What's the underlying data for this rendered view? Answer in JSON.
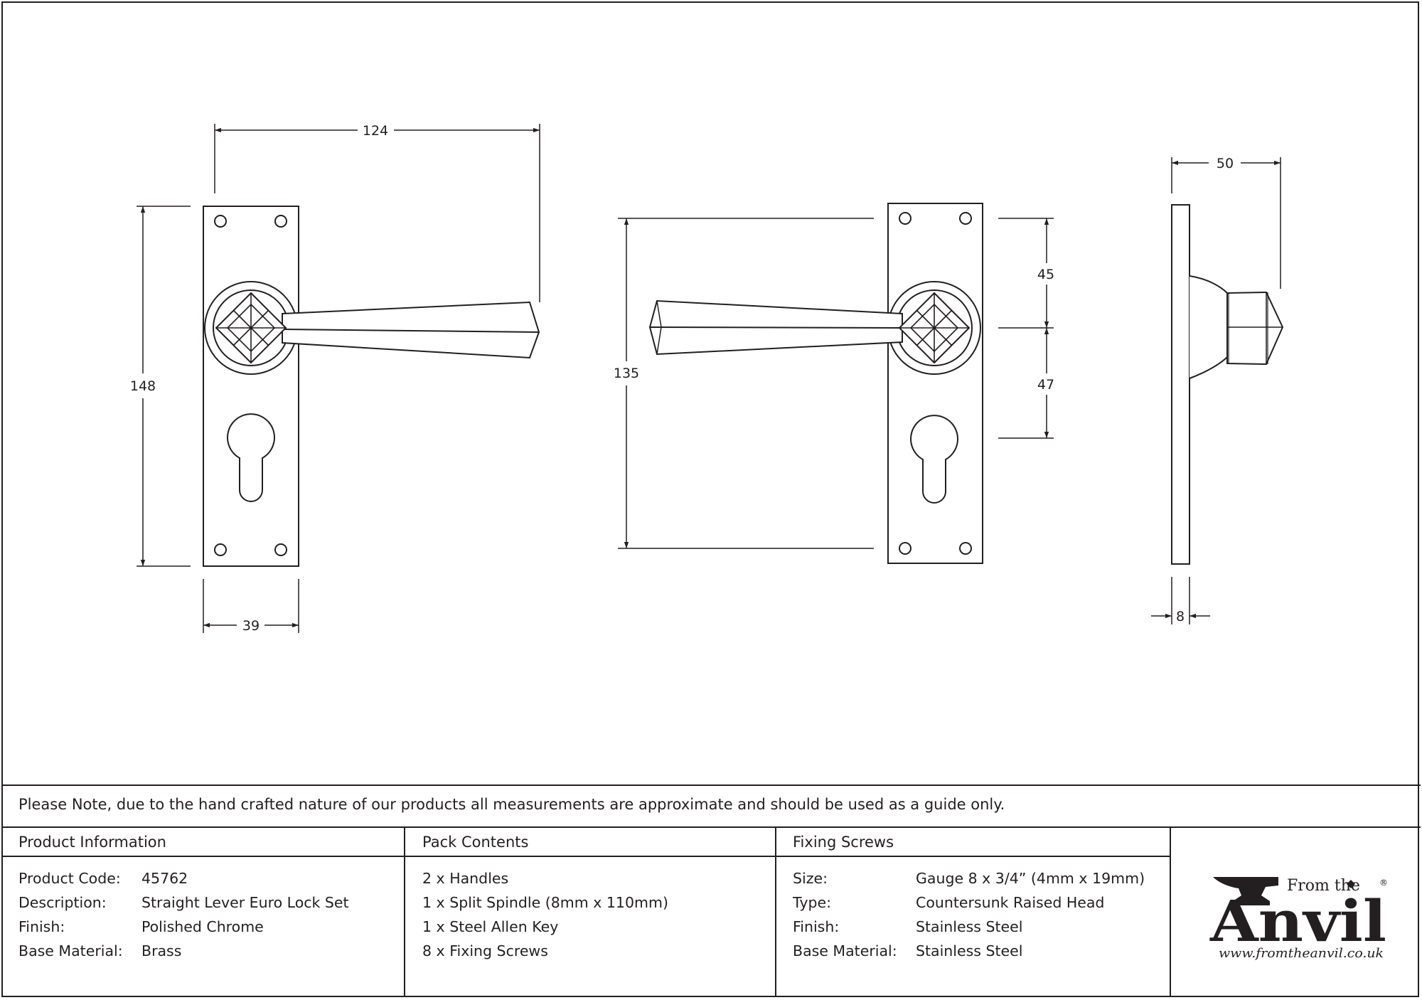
{
  "dimensions": {
    "front_width_lever": "124",
    "front_height": "148",
    "front_plate_width": "39",
    "back_height": "135",
    "back_upper": "45",
    "back_lower": "47",
    "side_projection": "50",
    "side_thickness": "8"
  },
  "note": "Please Note, due to the hand crafted nature of our products all measurements are approximate and should be used as a guide only.",
  "product_info": {
    "title": "Product Information",
    "rows": [
      {
        "label": "Product Code:",
        "value": "45762"
      },
      {
        "label": "Description:",
        "value": "Straight Lever Euro Lock Set"
      },
      {
        "label": "Finish:",
        "value": "Polished Chrome"
      },
      {
        "label": "Base Material:",
        "value": "Brass"
      }
    ]
  },
  "pack_contents": {
    "title": "Pack Contents",
    "items": [
      "2 x Handles",
      "1 x Split Spindle (8mm x 110mm)",
      "1 x Steel Allen Key",
      "8 x Fixing Screws"
    ]
  },
  "fixing_screws": {
    "title": "Fixing Screws",
    "rows": [
      {
        "label": "Size:",
        "value": "Gauge 8 x 3/4” (4mm x 19mm)"
      },
      {
        "label": "Type:",
        "value": "Countersunk Raised Head"
      },
      {
        "label": "Finish:",
        "value": "Stainless Steel"
      },
      {
        "label": "Base Material:",
        "value": "Stainless Steel"
      }
    ]
  },
  "logo": {
    "from_the": "From the",
    "name": "Anvil",
    "registered": "®",
    "url": "www.fromtheanvil.co.uk"
  }
}
